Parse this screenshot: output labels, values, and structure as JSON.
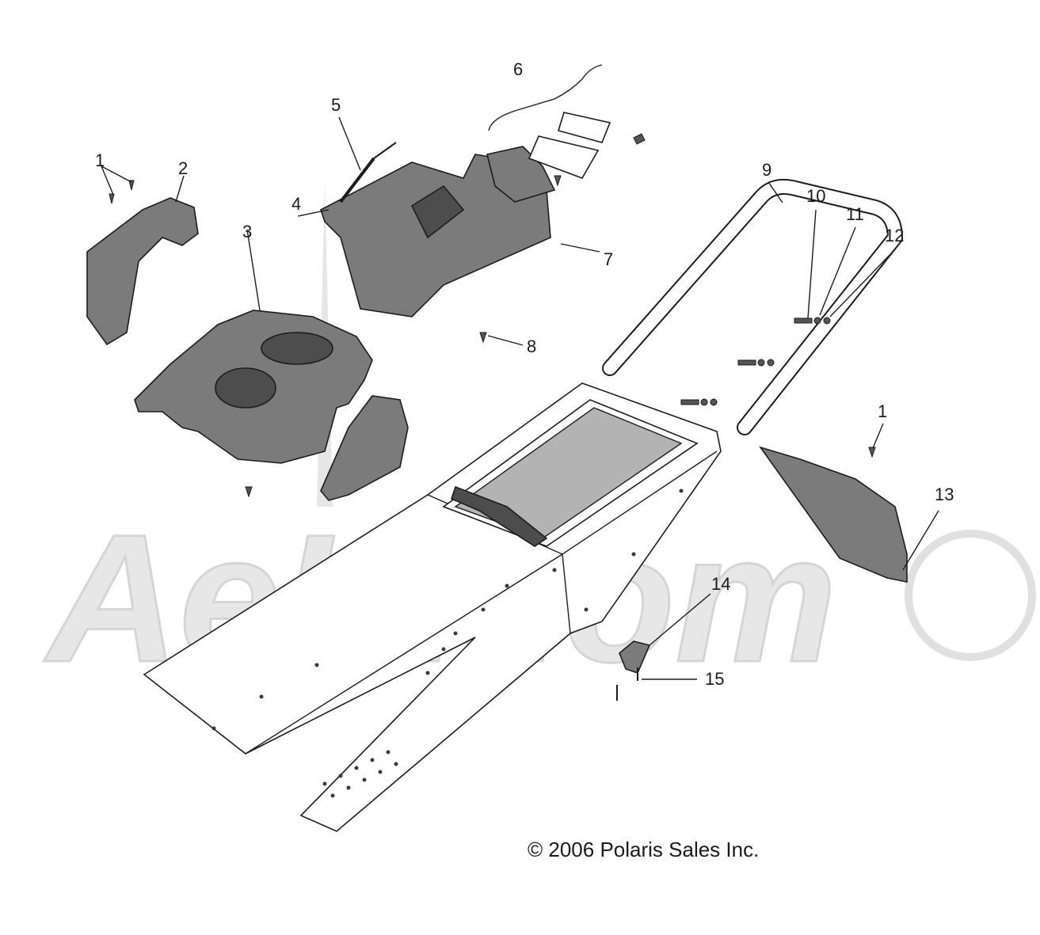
{
  "callouts": [
    {
      "id": "c1a",
      "label": "1"
    },
    {
      "id": "c2",
      "label": "2"
    },
    {
      "id": "c3",
      "label": "3"
    },
    {
      "id": "c4",
      "label": "4"
    },
    {
      "id": "c5",
      "label": "5"
    },
    {
      "id": "c6",
      "label": "6"
    },
    {
      "id": "c7",
      "label": "7"
    },
    {
      "id": "c8",
      "label": "8"
    },
    {
      "id": "c9",
      "label": "9"
    },
    {
      "id": "c10",
      "label": "10"
    },
    {
      "id": "c11",
      "label": "11"
    },
    {
      "id": "c12",
      "label": "12"
    },
    {
      "id": "c1b",
      "label": "1"
    },
    {
      "id": "c13",
      "label": "13"
    },
    {
      "id": "c14",
      "label": "14"
    },
    {
      "id": "c15",
      "label": "15"
    }
  ],
  "copyright": "© 2006 Polaris Sales Inc.",
  "watermark": "AeHMom"
}
